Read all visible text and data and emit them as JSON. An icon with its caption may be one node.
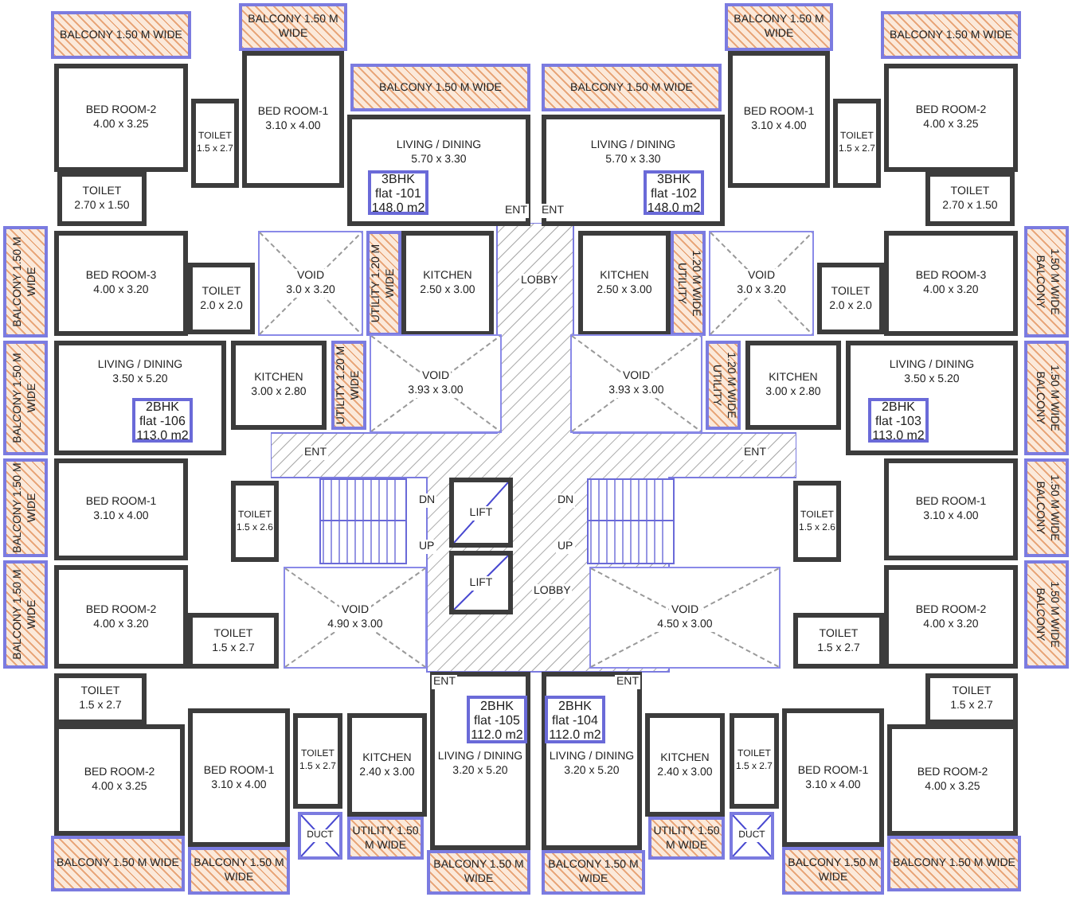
{
  "diagram": {
    "nodes": [
      {
        "text": [
          "BALCONY 1.50 M WIDE"
        ]
      },
      {
        "text": [
          "BALCONY 1.50 M WIDE"
        ]
      },
      {
        "text": [
          "BALCONY 1.50 M WIDE"
        ]
      },
      {
        "text": [
          "BALCONY 1.50 M WIDE"
        ]
      },
      {
        "text": [
          "BALCONY 1.50 M WIDE"
        ]
      },
      {
        "text": [
          "BALCONY 1.50 M WIDE"
        ]
      },
      {
        "text": [
          "BED ROOM-2",
          "4.00 x 3.25"
        ]
      },
      {
        "text": [
          "TOILET",
          "1.5 x 2.7"
        ]
      },
      {
        "text": [
          "BED ROOM-1",
          "3.10 x 4.00"
        ]
      },
      {
        "text": [
          "LIVING / DINING",
          "5.70 x 3.30"
        ]
      },
      {
        "text": [
          "3BHK",
          "flat -101",
          "148.0 m2"
        ],
        "in": 9
      },
      {
        "text": [
          "LIVING / DINING",
          "5.70 x 3.30"
        ]
      },
      {
        "text": [
          "3BHK",
          "flat -102",
          "148.0 m2"
        ],
        "in": 11
      },
      {
        "text": [
          "BED ROOM-1",
          "3.10 x 4.00"
        ]
      },
      {
        "text": [
          "TOILET",
          "1.5 x 2.7"
        ]
      },
      {
        "text": [
          "BED ROOM-2",
          "4.00 x 3.25"
        ]
      },
      {
        "text": [
          "TOILET",
          "2.70 x 1.50"
        ]
      },
      {
        "text": [
          "TOILET",
          "2.70 x 1.50"
        ]
      },
      {
        "text": [
          "BALCONY 1.50 M WIDE"
        ]
      },
      {
        "text": [
          "BED ROOM-3",
          "4.00 x 3.20"
        ]
      },
      {
        "text": [
          "TOILET",
          "2.0 x 2.0"
        ]
      },
      {
        "text": [
          "VOID",
          "3.0 x 3.20"
        ]
      },
      {
        "text": [
          "UTILITY 1.20 M WIDE"
        ]
      },
      {
        "text": [
          "KITCHEN",
          "2.50 x 3.00"
        ]
      },
      {
        "text": [
          "KITCHEN",
          "2.50 x 3.00"
        ]
      },
      {
        "text": [
          "1.20 M WIDE UTILITY"
        ]
      },
      {
        "text": [
          "VOID",
          "3.0 x 3.20"
        ]
      },
      {
        "text": [
          "TOILET",
          "2.0 x 2.0"
        ]
      },
      {
        "text": [
          "BED ROOM-3",
          "4.00 x 3.20"
        ]
      },
      {
        "text": [
          "1.50 M WIDE BALCONY"
        ]
      },
      {
        "text": [
          "BALCONY 1.50 M WIDE"
        ]
      },
      {
        "text": [
          "LIVING / DINING",
          "3.50 x 5.20"
        ]
      },
      {
        "text": [
          "2BHK",
          "flat -106",
          "113.0 m2"
        ],
        "in": 31
      },
      {
        "text": [
          "KITCHEN",
          "3.00 x 2.80"
        ]
      },
      {
        "text": [
          "UTILITY 1.20 M WIDE"
        ]
      },
      {
        "text": [
          "VOID",
          "3.93 x 3.00"
        ]
      },
      {
        "text": [
          "VOID",
          "3.93 x 3.00"
        ]
      },
      {
        "text": [
          "1.20 M WIDE UTILITY"
        ]
      },
      {
        "text": [
          "KITCHEN",
          "3.00 x 2.80"
        ]
      },
      {
        "text": [
          "LIVING / DINING",
          "3.50 x 5.20"
        ]
      },
      {
        "text": [
          "2BHK",
          "flat -103",
          "113.0 m2"
        ],
        "in": 39
      },
      {
        "text": [
          "1.50 M WIDE BALCONY"
        ]
      },
      {
        "text": [
          "BALCONY 1.50 M WIDE"
        ]
      },
      {
        "text": [
          "BED ROOM-1",
          "3.10 x 4.00"
        ]
      },
      {
        "text": [
          "TOILET",
          "1.5 x 2.6"
        ]
      },
      {
        "text": [
          "LIFT"
        ]
      },
      {
        "text": [
          "LIFT"
        ]
      },
      {
        "text": [
          "TOILET",
          "1.5 x 2.6"
        ]
      },
      {
        "text": [
          "BED ROOM-1",
          "3.10 x 4.00"
        ]
      },
      {
        "text": [
          "1.50 M WIDE BALCONY"
        ]
      },
      {
        "text": [
          "BALCONY 1.50 M WIDE"
        ]
      },
      {
        "text": [
          "BED ROOM-2",
          "4.00 x 3.20"
        ]
      },
      {
        "text": [
          "TOILET",
          "1.5 x 2.7"
        ]
      },
      {
        "text": [
          "VOID",
          "4.90 x 3.00"
        ]
      },
      {
        "text": [
          "VOID",
          "4.50 x 3.00"
        ]
      },
      {
        "text": [
          "TOILET",
          "1.5 x 2.7"
        ]
      },
      {
        "text": [
          "BED ROOM-2",
          "4.00 x 3.20"
        ]
      },
      {
        "text": [
          "1.50 M WIDE BALCONY"
        ]
      },
      {
        "text": [
          "TOILET",
          "1.5 x 2.7"
        ]
      },
      {
        "text": [
          "LIVING / DINING",
          "3.20 x 5.20"
        ]
      },
      {
        "text": [
          "2BHK",
          "flat -105",
          "112.0 m2"
        ],
        "in": 59
      },
      {
        "text": [
          "LIVING / DINING",
          "3.20 x 5.20"
        ]
      },
      {
        "text": [
          "2BHK",
          "flat -104",
          "112.0 m2"
        ],
        "in": 61
      },
      {
        "text": [
          "TOILET",
          "1.5 x 2.7"
        ]
      },
      {
        "text": [
          "BED ROOM-1",
          "3.10 x 4.00"
        ]
      },
      {
        "text": [
          "TOILET",
          "1.5 x 2.7"
        ]
      },
      {
        "text": [
          "KITCHEN",
          "2.40 x 3.00"
        ]
      },
      {
        "text": [
          "KITCHEN",
          "2.40 x 3.00"
        ]
      },
      {
        "text": [
          "TOILET",
          "1.5 x 2.7"
        ]
      },
      {
        "text": [
          "BED ROOM-1",
          "3.10 x 4.00"
        ]
      },
      {
        "text": [
          "BED ROOM-2",
          "4.00 x 3.25"
        ]
      },
      {
        "text": [
          "BED ROOM-2",
          "4.00 x 3.25"
        ]
      },
      {
        "text": [
          "UTILITY 1.50 M WIDE"
        ]
      },
      {
        "text": [
          "UTILITY 1.50 M WIDE"
        ]
      },
      {
        "text": [
          "BALCONY 1.50 M WIDE"
        ]
      },
      {
        "text": [
          "BALCONY 1.50 M WIDE"
        ]
      },
      {
        "text": [
          "BALCONY 1.50 M WIDE"
        ]
      },
      {
        "text": [
          "BALCONY 1.50 M WIDE"
        ]
      },
      {
        "text": [
          "BALCONY 1.50 M WIDE"
        ]
      },
      {
        "text": [
          "BALCONY 1.50 M WIDE"
        ]
      },
      {
        "text": [
          "DUCT"
        ]
      },
      {
        "text": [
          "DUCT"
        ]
      }
    ],
    "labels": [
      "ENT",
      "ENT",
      "LOBBY",
      "ENT",
      "ENT",
      "DN",
      "DN",
      "UP",
      "UP",
      "LOBBY",
      "ENT",
      "ENT"
    ]
  }
}
